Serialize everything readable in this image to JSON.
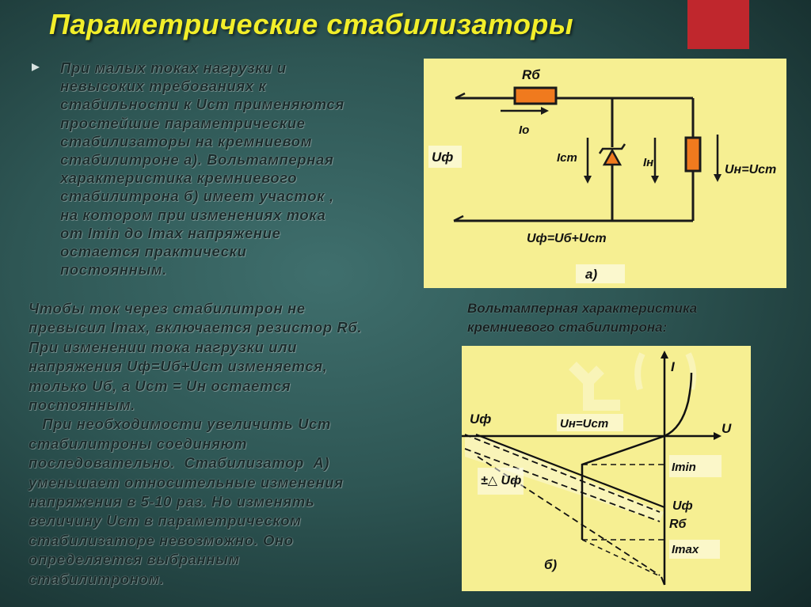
{
  "title": "Параметрические стабилизаторы",
  "bullet_icon": "triangle-bullet",
  "paragraph1": [
    "При малых токах нагрузки и",
    "невысоких требованиях к",
    "стабильности к Uст применяются",
    "простейшие параметрические",
    "стабилизаторы на кремниевом",
    "стабилитроне а). Вольтамперная",
    "характеристика кремниевого",
    "стабилитрона б) имеет участок ,",
    "на котором при изменениях тока",
    "от Imin до Imax напряжение",
    "остается практически",
    "постоянным."
  ],
  "paragraph2": [
    "Чтобы ток через стабилитрон не",
    "превысил Imax, включается резистор Rб.",
    "При изменении тока нагрузки или",
    "напряжения Uф=Uб+Uст изменяется,",
    "только Uб, а Uст = Uн остается",
    "постоянным.",
    "   При необходимости увеличить Uст",
    "стабилитроны соединяют",
    "последовательно.  Стабилизатор  А)",
    "уменьшает относительные изменения",
    "напряжения в 5-10 раз. Но изменять",
    "величину Uст в параметрическом",
    "стабилизаторе невозможно. Оно",
    "определяется выбранным",
    "стабилитроном."
  ],
  "caption": [
    "Вольтамперная характеристика",
    "кремниевого стабилитрона:"
  ],
  "circuit": {
    "r_label": "Rб",
    "i0_label": "Iо",
    "uf_label": "Uф",
    "ist_label": "Iст",
    "in_label": "Iн",
    "un_label": "Uн=Uст",
    "eq_label": "Uф=Uб+Uст",
    "panel_label": "а)",
    "resistor_color": "#f07a1e",
    "zener_color": "#f07a1e"
  },
  "vac": {
    "i_axis": "I",
    "u_axis": "U",
    "uf_left": "Uф",
    "un_label": "Uн=Uст",
    "imin_label": "Imin",
    "delta_label": "±△ Uф",
    "uf_right": "Uф",
    "rb_label": "Rб",
    "imax_label": "Imax",
    "panel_label": "б)"
  },
  "colors": {
    "title": "#f2ee2a",
    "panel_bg": "#f6ef92",
    "accent_red": "#c0272d"
  }
}
